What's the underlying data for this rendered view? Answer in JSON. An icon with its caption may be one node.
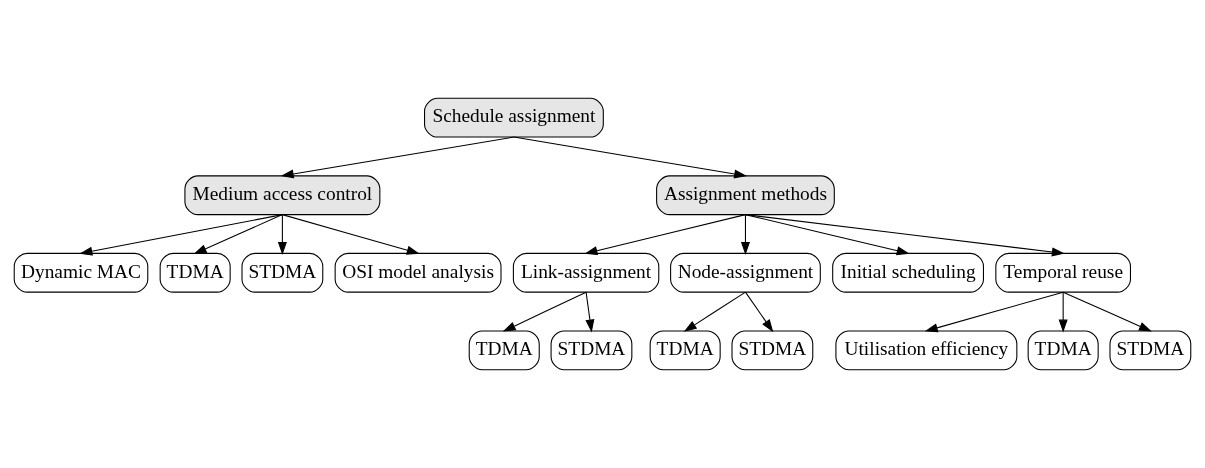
{
  "diagram": {
    "nodes": [
      {
        "text": [
          "Schedule assignment"
        ]
      },
      {
        "text": [
          "Medium access control"
        ]
      },
      {
        "text": [
          "Assignment methods"
        ]
      },
      {
        "text": [
          "Dynamic MAC"
        ]
      },
      {
        "text": [
          "TDMA"
        ]
      },
      {
        "text": [
          "STDMA"
        ]
      },
      {
        "text": [
          "OSI model analysis"
        ]
      },
      {
        "text": [
          "Link-assignment"
        ]
      },
      {
        "text": [
          "Node-assignment"
        ]
      },
      {
        "text": [
          "Initial scheduling"
        ]
      },
      {
        "text": [
          "Temporal reuse"
        ]
      },
      {
        "text": [
          "TDMA"
        ]
      },
      {
        "text": [
          "STDMA"
        ]
      },
      {
        "text": [
          "TDMA"
        ]
      },
      {
        "text": [
          "STDMA"
        ]
      },
      {
        "text": [
          "Utilisation efficiency"
        ]
      },
      {
        "text": [
          "TDMA"
        ]
      },
      {
        "text": [
          "STDMA"
        ]
      }
    ],
    "edges": [
      {
        "from": 0,
        "to": 1,
        "arrow": "to"
      },
      {
        "from": 0,
        "to": 2,
        "arrow": "to"
      },
      {
        "from": 1,
        "to": 3,
        "arrow": "to"
      },
      {
        "from": 1,
        "to": 4,
        "arrow": "to"
      },
      {
        "from": 1,
        "to": 5,
        "arrow": "to"
      },
      {
        "from": 1,
        "to": 6,
        "arrow": "to"
      },
      {
        "from": 2,
        "to": 7,
        "arrow": "to"
      },
      {
        "from": 2,
        "to": 8,
        "arrow": "to"
      },
      {
        "from": 2,
        "to": 9,
        "arrow": "to"
      },
      {
        "from": 2,
        "to": 10,
        "arrow": "to"
      },
      {
        "from": 7,
        "to": 11,
        "arrow": "to"
      },
      {
        "from": 7,
        "to": 12,
        "arrow": "to"
      },
      {
        "from": 8,
        "to": 13,
        "arrow": "to"
      },
      {
        "from": 8,
        "to": 14,
        "arrow": "to"
      },
      {
        "from": 10,
        "to": 15,
        "arrow": "to"
      },
      {
        "from": 10,
        "to": 16,
        "arrow": "to"
      },
      {
        "from": 10,
        "to": 17,
        "arrow": "to"
      }
    ]
  }
}
